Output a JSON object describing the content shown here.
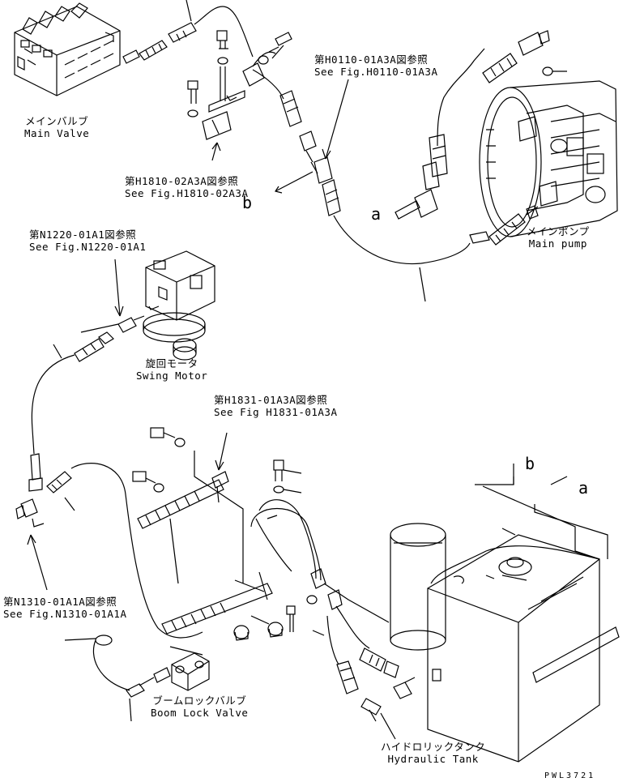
{
  "components": {
    "main_valve": {
      "ja": "メインバルブ",
      "en": "Main Valve"
    },
    "main_pump": {
      "ja": "メインポンプ",
      "en": "Main pump"
    },
    "swing_motor": {
      "ja": "旋回モータ",
      "en": "Swing Motor"
    },
    "boom_lock_valve": {
      "ja": "ブームロックバルブ",
      "en": "Boom Lock Valve"
    },
    "hydraulic_tank": {
      "ja": "ハイドロリックタンク",
      "en": "Hydraulic Tank"
    }
  },
  "references": {
    "h0110": {
      "ja": "第H0110-01A3A図参照",
      "en": "See Fig.H0110-01A3A"
    },
    "h1810": {
      "ja": "第H1810-02A3A図参照",
      "en": "See Fig.H1810-02A3A"
    },
    "n1220": {
      "ja": "第N1220-01A1図参照",
      "en": "See Fig.N1220-01A1"
    },
    "h1831": {
      "ja": "第H1831-01A3A図参照",
      "en": "See Fig H1831-01A3A"
    },
    "n1310": {
      "ja": "第N1310-01A1A図参照",
      "en": "See Fig.N1310-01A1A"
    }
  },
  "connection_marks": {
    "a_top": "a",
    "b_top": "b",
    "b_tank": "b",
    "a_tank": "a"
  },
  "drawing_code": "PWL3721"
}
